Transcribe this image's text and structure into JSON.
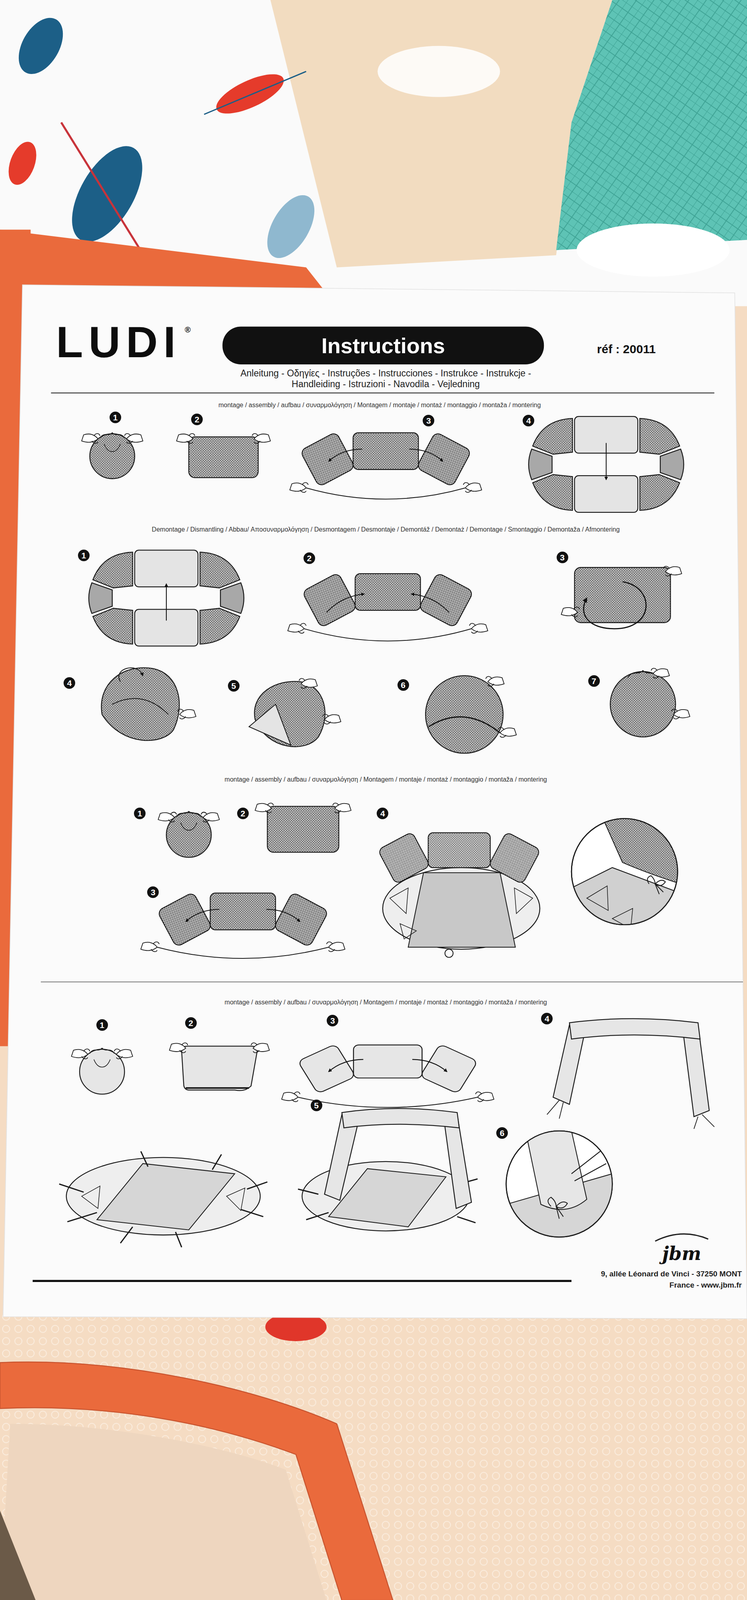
{
  "diagram": {
    "title": "Instructions",
    "nodes": [
      {
        "text": [
          "1"
        ]
      },
      {
        "text": [
          "2"
        ]
      },
      {
        "text": [
          "3"
        ]
      },
      {
        "text": [
          "4"
        ]
      },
      {
        "text": [
          "1"
        ]
      },
      {
        "text": [
          "2"
        ]
      },
      {
        "text": [
          "3"
        ]
      },
      {
        "text": [
          "4"
        ]
      },
      {
        "text": [
          "5"
        ]
      },
      {
        "text": [
          "6"
        ]
      },
      {
        "text": [
          "7"
        ]
      },
      {
        "text": [
          "1"
        ]
      },
      {
        "text": [
          "2"
        ]
      },
      {
        "text": [
          "3"
        ]
      },
      {
        "text": [
          "4"
        ]
      },
      {
        "text": [
          "1"
        ]
      },
      {
        "text": [
          "2"
        ]
      },
      {
        "text": [
          "3"
        ]
      },
      {
        "text": [
          "4"
        ]
      },
      {
        "text": [
          "5"
        ]
      },
      {
        "text": [
          "6"
        ]
      }
    ],
    "labels": [
      "LUDI",
      "®",
      "réf : 20011",
      "Anleitung - Οδηγίες - Instruções - Instrucciones - Instrukce - Instrukcje - Handleiding - Istruzioni - Navodila - Vejledning",
      "montage / assembly / aufbau / συναρμολόγηση / Montagem / montaje / montaż / montaggio / montaža / montering",
      "Demontage / Dismantling / Abbau/ Αποσυναρμολόγηση / Desmontagem / Desmontaje / Demontáž / Demontaż / Demontage / Smontaggio / Demontaža / Afmontering",
      "montage / assembly / aufbau / συναρμολόγηση / Montagem / montaje / montaż / montaggio / montaža / montering",
      "montage / assembly / aufbau / συναρμολόγηση / Montagem / montaje / montaż / montaggio / montaža / montering",
      "jbm",
      "9, allée Léonard de Vinci - 37250 MONT",
      "France - www.jbm.fr"
    ]
  }
}
